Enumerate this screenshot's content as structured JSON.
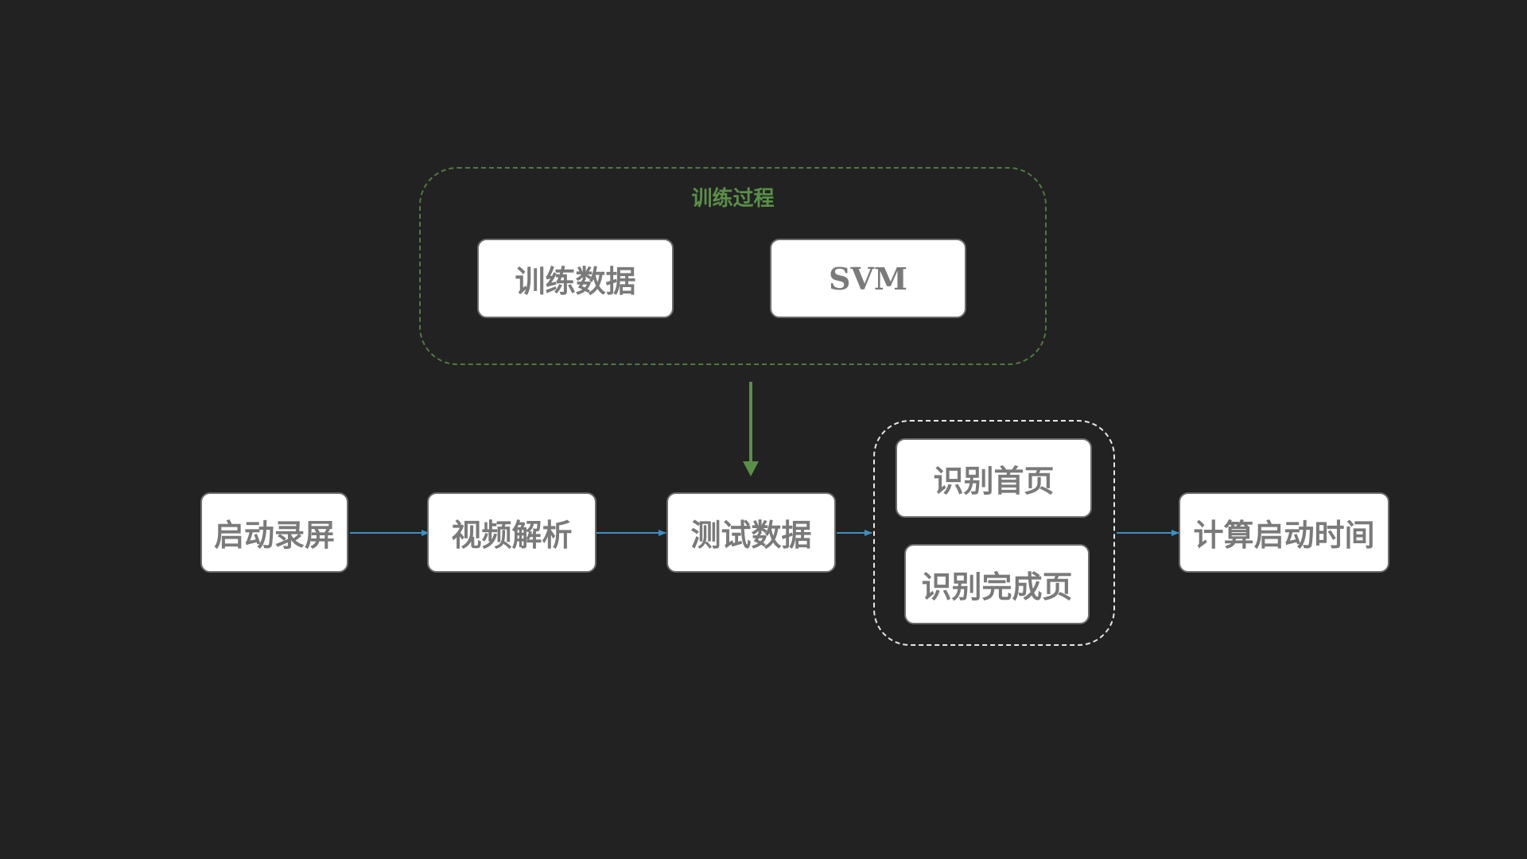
{
  "background": "#222222",
  "colors": {
    "flow_arrow": "#3f8fc4",
    "training_arrow": "#5a8f48",
    "training_group_border": "#4f7a40",
    "recognition_group_border": "#e8e8e8",
    "node_fill": "#ffffff",
    "node_text": "#7a7a7a",
    "group_title": "#5a8f48"
  },
  "training_group": {
    "title": "训练过程",
    "nodes": {
      "training_data": "训练数据",
      "svm": "SVM"
    }
  },
  "flow": {
    "start_recording": "启动录屏",
    "video_parsing": "视频解析",
    "test_data": "测试数据",
    "compute_startup_time": "计算启动时间"
  },
  "recognition_group": {
    "home_page": "识别首页",
    "complete_page": "识别完成页"
  }
}
